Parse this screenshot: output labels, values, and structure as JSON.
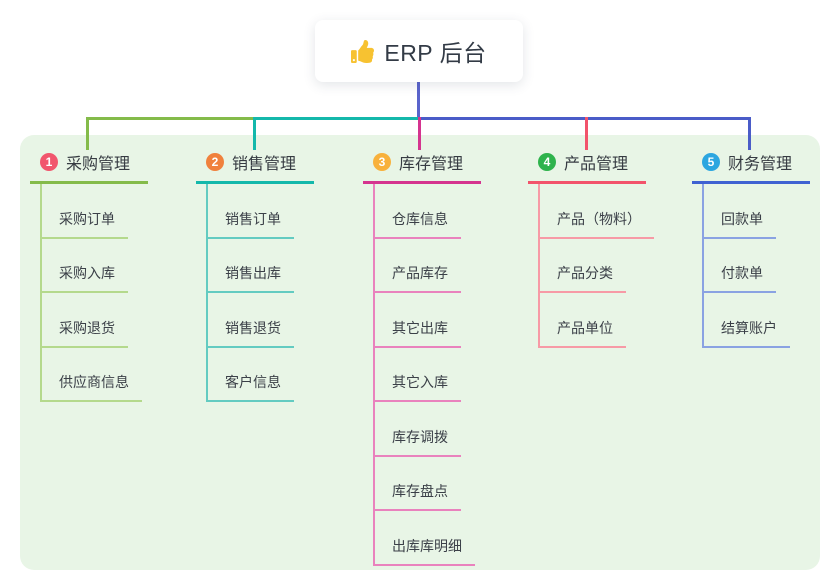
{
  "root": {
    "title": "ERP 后台",
    "icon": "thumbs-up-icon"
  },
  "colors": {
    "panel_bg": "#e8f5e6",
    "root_stem": "#5a64cc",
    "connector_green": "#84bb4a",
    "connector_teal": "#14b8ab",
    "connector_blue": "#4a5cc8",
    "drop_magenta": "#d5348f",
    "drop_red": "#f2536b",
    "drop_blue": "#4a5cc8",
    "thumb_icon": "#f7c231"
  },
  "branches": [
    {
      "badge": "1",
      "label": "采购管理",
      "badge_color": "#f1566d",
      "line_color": "#84bb4a",
      "line_color_light": "#b4d98c",
      "items": [
        "采购订单",
        "采购入库",
        "采购退货",
        "供应商信息"
      ]
    },
    {
      "badge": "2",
      "label": "销售管理",
      "badge_color": "#f0813d",
      "line_color": "#14b8ab",
      "line_color_light": "#63cbc1",
      "items": [
        "销售订单",
        "销售出库",
        "销售退货",
        "客户信息"
      ]
    },
    {
      "badge": "3",
      "label": "库存管理",
      "badge_color": "#f8b13c",
      "line_color": "#d5348f",
      "line_color_light": "#e982bd",
      "items": [
        "仓库信息",
        "产品库存",
        "其它出库",
        "其它入库",
        "库存调拨",
        "库存盘点",
        "出库库明细"
      ]
    },
    {
      "badge": "4",
      "label": "产品管理",
      "badge_color": "#2eb34c",
      "line_color": "#f2536b",
      "line_color_light": "#f79aa6",
      "items": [
        "产品（物料）",
        "产品分类",
        "产品单位"
      ]
    },
    {
      "badge": "5",
      "label": "财务管理",
      "badge_color": "#2ca6e0",
      "line_color": "#3f62d2",
      "line_color_light": "#8aa2e2",
      "items": [
        "回款单",
        "付款单",
        "结算账户"
      ]
    }
  ]
}
